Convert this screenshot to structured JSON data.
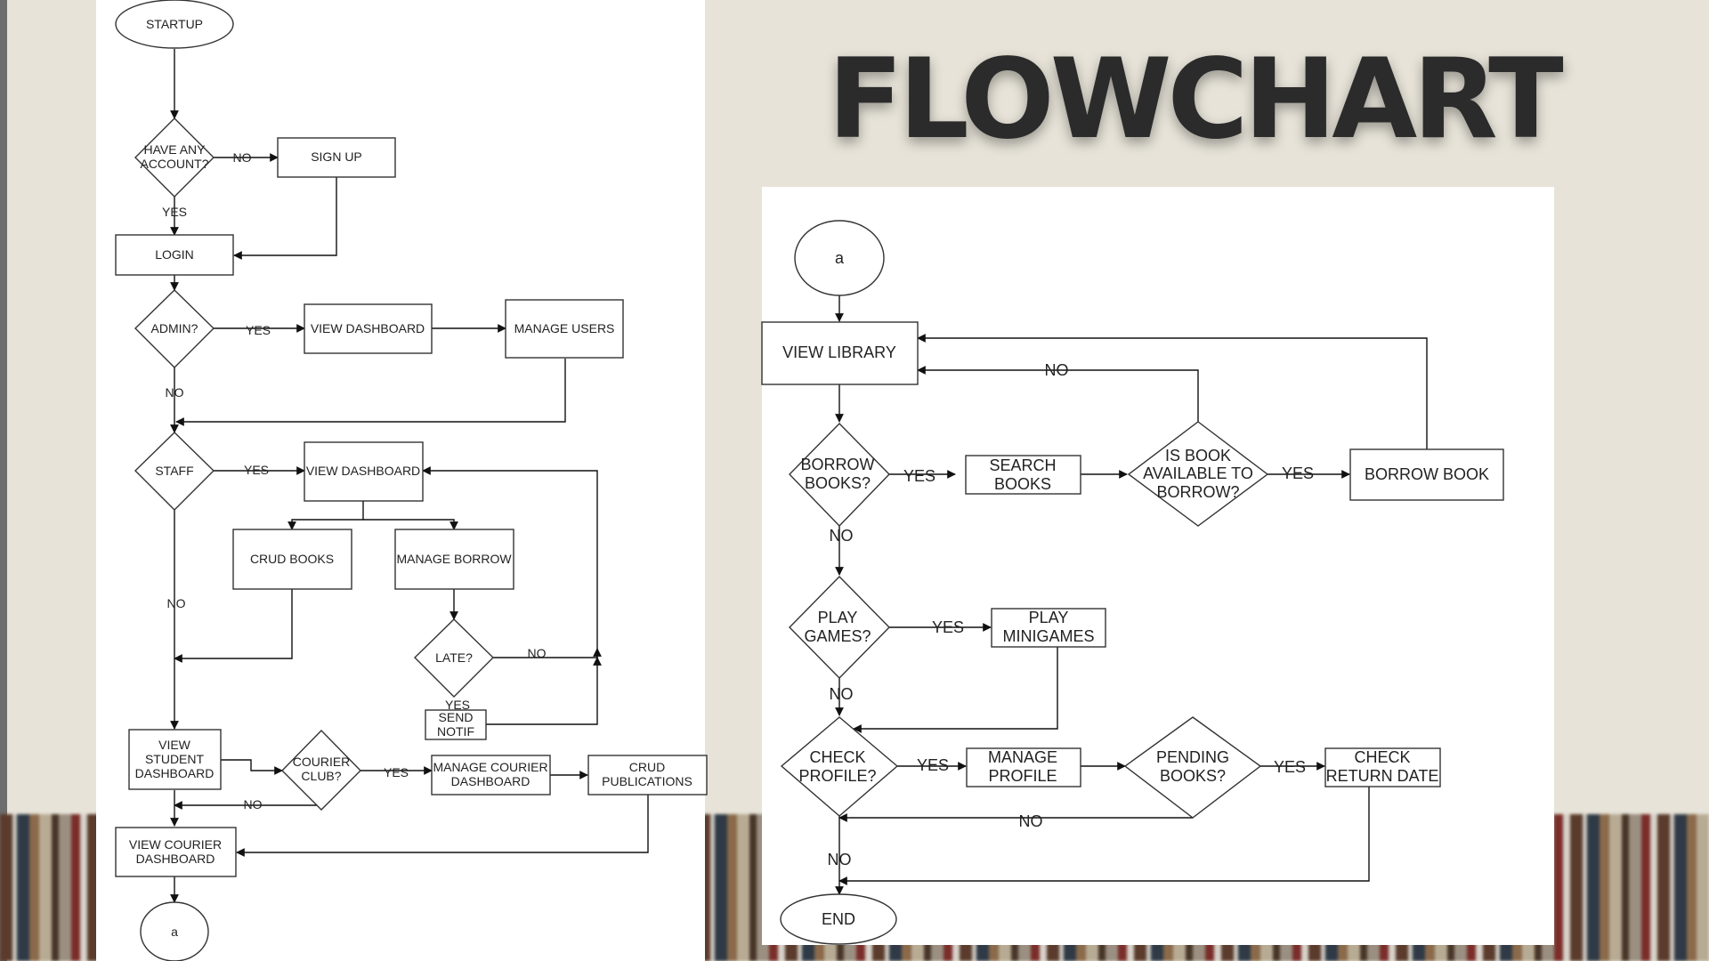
{
  "title": "FLOWCHART",
  "left": {
    "startup": "STARTUP",
    "have_account": [
      "HAVE ANY",
      "ACCOUNT?"
    ],
    "sign_up": "SIGN UP",
    "login": "LOGIN",
    "admin": "ADMIN?",
    "view_dashboard_admin": "VIEW DASHBOARD",
    "manage_users": "MANAGE USERS",
    "staff": "STAFF",
    "view_dashboard_staff": "VIEW DASHBOARD",
    "crud_books": "CRUD BOOKS",
    "manage_borrow": "MANAGE BORROW",
    "late": "LATE?",
    "send_notif": [
      "SEND",
      "NOTIF"
    ],
    "view_student_dashboard": [
      "VIEW",
      "STUDENT",
      "DASHBOARD"
    ],
    "courier_club": [
      "COURIER",
      "CLUB?"
    ],
    "manage_courier_dashboard": [
      "MANAGE COURIER",
      "DASHBOARD"
    ],
    "crud_publications": [
      "CRUD",
      "PUBLICATIONS"
    ],
    "view_courier_dashboard": [
      "VIEW COURIER",
      "DASHBOARD"
    ],
    "connector": "a"
  },
  "right": {
    "connector": "a",
    "view_library": "VIEW LIBRARY",
    "borrow_books": [
      "BORROW",
      "BOOKS?"
    ],
    "search_books": [
      "SEARCH",
      "BOOKS"
    ],
    "is_book_available": [
      "IS BOOK",
      "AVAILABLE TO",
      "BORROW?"
    ],
    "borrow_book": "BORROW BOOK",
    "play_games": [
      "PLAY",
      "GAMES?"
    ],
    "play_minigames": [
      "PLAY",
      "MINIGAMES"
    ],
    "check_profile": [
      "CHECK",
      "PROFILE?"
    ],
    "manage_profile": [
      "MANAGE",
      "PROFILE"
    ],
    "pending_books": [
      "PENDING",
      "BOOKS?"
    ],
    "check_return_date": [
      "CHECK",
      "RETURN DATE"
    ],
    "end": "END"
  },
  "edge_labels": {
    "yes": "YES",
    "no": "NO"
  }
}
